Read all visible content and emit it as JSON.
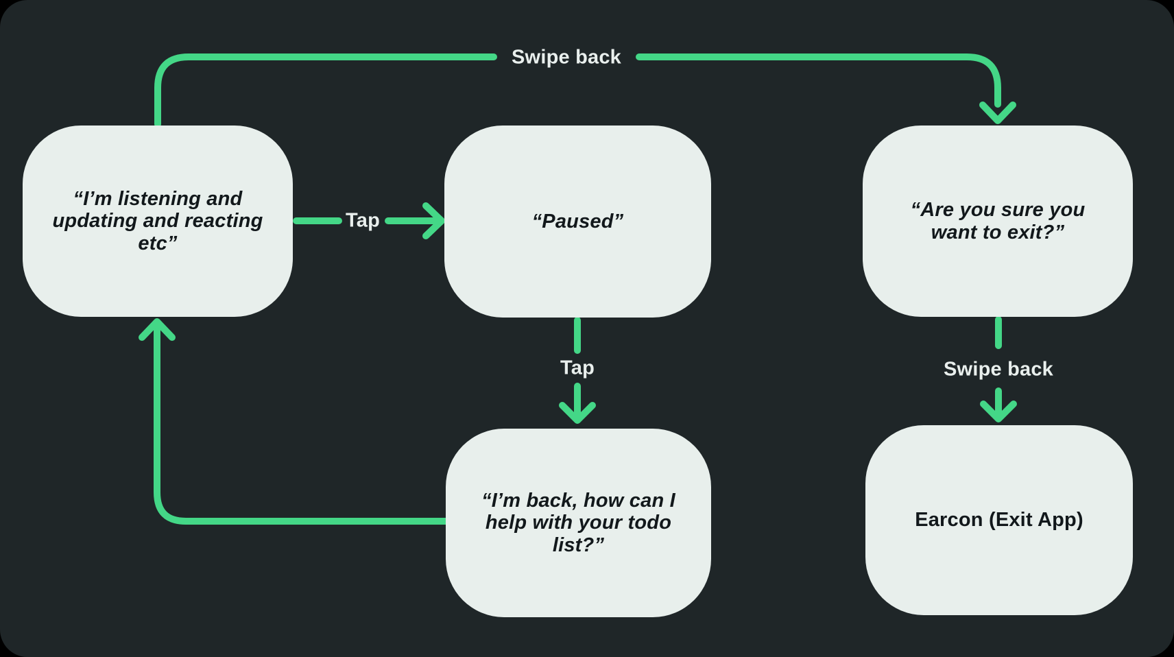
{
  "diagram": {
    "colors": {
      "background": "#1f2628",
      "node_fill": "#e8efec",
      "node_text": "#12181b",
      "arrow_green": "#44d787",
      "label_text": "#e9efed"
    },
    "nodes": [
      {
        "id": "listening",
        "text": "“I’m listening and updating and reacting etc”"
      },
      {
        "id": "paused",
        "text": "“Paused”"
      },
      {
        "id": "exit-confirm",
        "text": "“Are you sure you want to exit?”"
      },
      {
        "id": "back",
        "text": "“I’m back, how can I help with your todo list?”"
      },
      {
        "id": "earcon",
        "text": "Earcon (Exit App)"
      }
    ],
    "edges": [
      {
        "id": "swipe-back-top",
        "from": "listening",
        "to": "exit-confirm",
        "label": "Swipe back"
      },
      {
        "id": "tap-right",
        "from": "listening",
        "to": "paused",
        "label": "Tap"
      },
      {
        "id": "tap-down",
        "from": "paused",
        "to": "back",
        "label": "Tap"
      },
      {
        "id": "loop-back",
        "from": "back",
        "to": "listening",
        "label": ""
      },
      {
        "id": "swipe-back-down",
        "from": "exit-confirm",
        "to": "earcon",
        "label": "Swipe back"
      }
    ]
  }
}
